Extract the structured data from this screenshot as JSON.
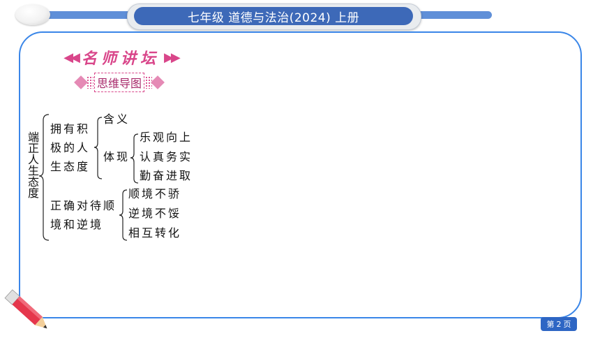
{
  "header": {
    "title": "七年级 道德与法治(2024) 上册"
  },
  "section": {
    "banner": "名师讲坛",
    "mindmap_label": "思维导图"
  },
  "mindmap": {
    "root": "端正人生态度",
    "branch1": {
      "label_lines": [
        "拥有积",
        "极的人",
        "生态度"
      ],
      "meaning": "含义",
      "embodiment": "体现",
      "embodiment_items": [
        "乐观向上",
        "认真务实",
        "勤奋进取"
      ]
    },
    "branch2": {
      "label_lines": [
        "正确对待顺",
        "境和逆境"
      ],
      "items": [
        "顺境不骄",
        "逆境不馁",
        "相互转化"
      ]
    }
  },
  "footer": {
    "page_prefix": "第",
    "page_number": "2",
    "page_suffix": "页"
  },
  "colors": {
    "accent_blue": "#3a86e8",
    "title_bar": "#3d69b8",
    "pink": "#d9468a"
  }
}
